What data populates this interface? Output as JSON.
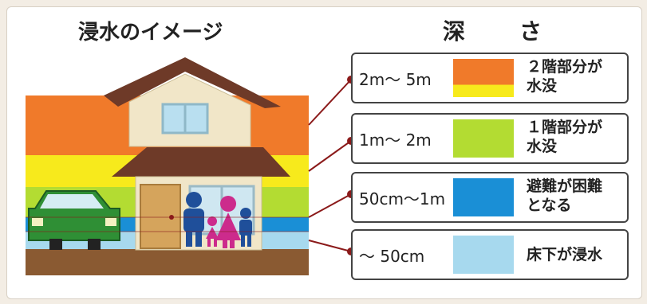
{
  "titles": {
    "image": "浸水のイメージ",
    "depth": "深　さ"
  },
  "levels": [
    {
      "depth": "2m～ 5m",
      "description_line1": "２階部分が",
      "description_line2": "水没",
      "colors": [
        "#f07a2a",
        "#f7ea1c"
      ]
    },
    {
      "depth": "1m～ 2m",
      "description_line1": "１階部分が",
      "description_line2": "水没",
      "colors": [
        "#b3dc32"
      ]
    },
    {
      "depth": "50cm～1m",
      "description_line1": "避難が困難",
      "description_line2": "となる",
      "colors": [
        "#1a8fd6"
      ]
    },
    {
      "depth": "～ 50cm",
      "description_line1": "床下が浸水",
      "description_line2": "",
      "colors": [
        "#a7d9ee"
      ]
    }
  ],
  "colors": {
    "ground": "#8a5a32",
    "connector": "#8b1a1a",
    "car": "#2f8f35",
    "roof": "#6e3a28",
    "house_wall": "#f1e6c8",
    "door": "#d5a45c",
    "person_adult": "#1f4f9a",
    "person_child": "#cc2b8c"
  }
}
